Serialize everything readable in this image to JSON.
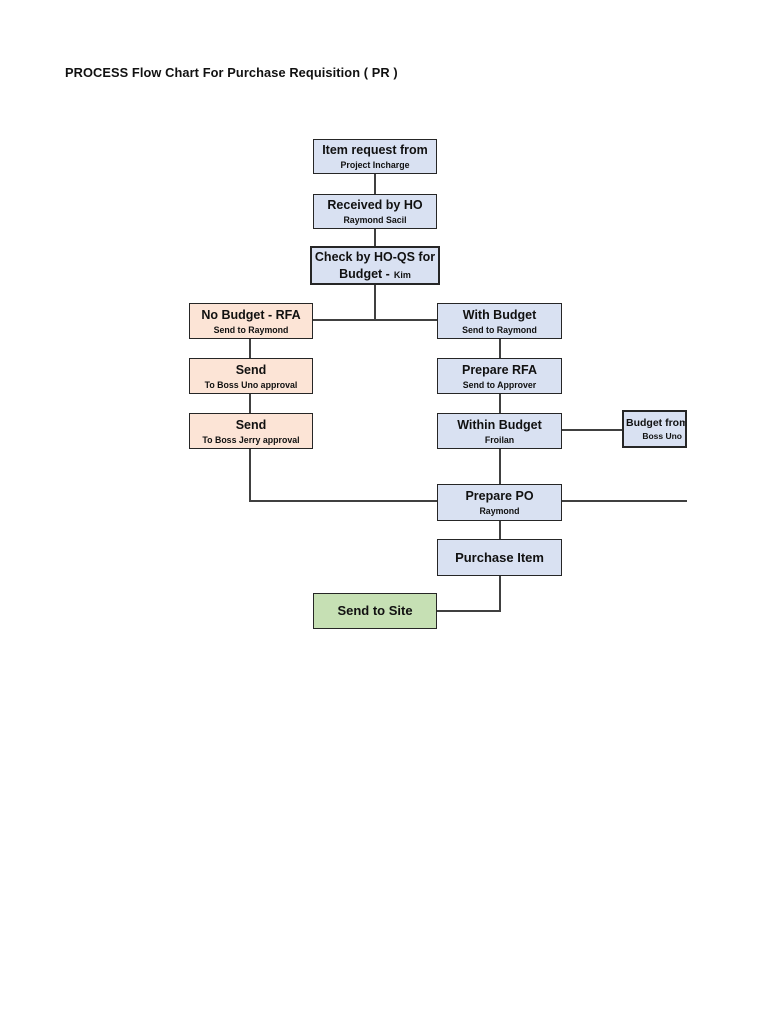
{
  "page": {
    "title": "PROCESS Flow Chart For Purchase Requisition ( PR )"
  },
  "colors": {
    "blue_fill": "#D9E1F2",
    "peach_fill": "#FCE4D6",
    "green_fill": "#C6E0B4",
    "line": "#404040",
    "border": "#262626"
  },
  "nodes": {
    "item_request": {
      "title": "Item request from",
      "subtitle": "Project Incharge"
    },
    "received": {
      "title": "Received by HO",
      "subtitle": "Raymond Sacil"
    },
    "check": {
      "title": "Check by HO-QS for",
      "title2": "Budget -",
      "person": "Kim"
    },
    "no_budget": {
      "title": "No Budget - RFA",
      "subtitle": "Send to Raymond"
    },
    "send_uno": {
      "title": "Send",
      "subtitle": "To Boss Uno approval"
    },
    "send_jerry": {
      "title": "Send",
      "subtitle": "To Boss Jerry approval"
    },
    "with_budget": {
      "title": "With Budget",
      "subtitle": "Send to Raymond"
    },
    "prepare_rfa": {
      "title": "Prepare RFA",
      "subtitle": "Send to Approver"
    },
    "within_budget": {
      "title": "Within Budget",
      "subtitle": "Froilan"
    },
    "budget_from": {
      "title": "Budget from",
      "subtitle": "Boss Uno"
    },
    "prepare_po": {
      "title": "Prepare PO",
      "subtitle": "Raymond"
    },
    "purchase_item": {
      "title": "Purchase Item"
    },
    "send_to_site": {
      "title": "Send to Site"
    }
  }
}
